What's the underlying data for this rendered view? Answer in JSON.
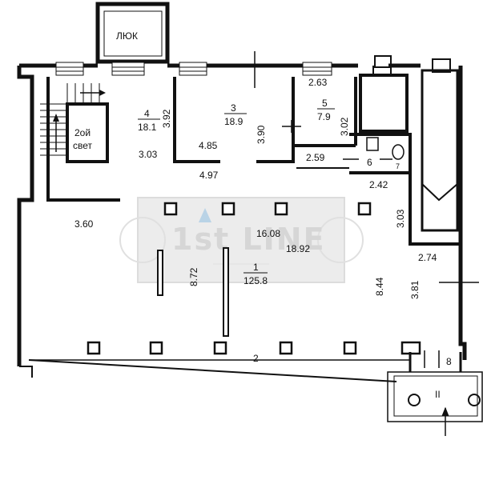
{
  "hatch_label": "ЛЮК",
  "second_light_line1": "2ой",
  "second_light_line2": "свет",
  "rooms": [
    {
      "key": "r4",
      "number": "4",
      "area": "18.1"
    },
    {
      "key": "r3",
      "number": "3",
      "area": "18.9"
    },
    {
      "key": "r5",
      "number": "5",
      "area": "7.9"
    },
    {
      "key": "r1",
      "number": "1",
      "area": "125.8"
    }
  ],
  "small_rooms": {
    "r6": "6",
    "r7": "7",
    "r8": "8",
    "r2": "2",
    "roman": "II"
  },
  "dimensions": {
    "d263": "2.63",
    "d392": "3.92",
    "d303a": "3.03",
    "d485": "4.85",
    "d390": "3.90",
    "d302": "3.02",
    "d259": "2.59",
    "d497": "4.97",
    "d242": "2.42",
    "d360": "3.60",
    "d303b": "3.03",
    "d1608": "16.08",
    "d1892": "18.92",
    "d274": "2.74",
    "d872": "8.72",
    "d844": "8.44",
    "d381": "3.81"
  },
  "watermark": "1st LINE",
  "colors": {
    "wall": "#111111",
    "watermark": "#d9d9d9",
    "background": "#ffffff"
  }
}
